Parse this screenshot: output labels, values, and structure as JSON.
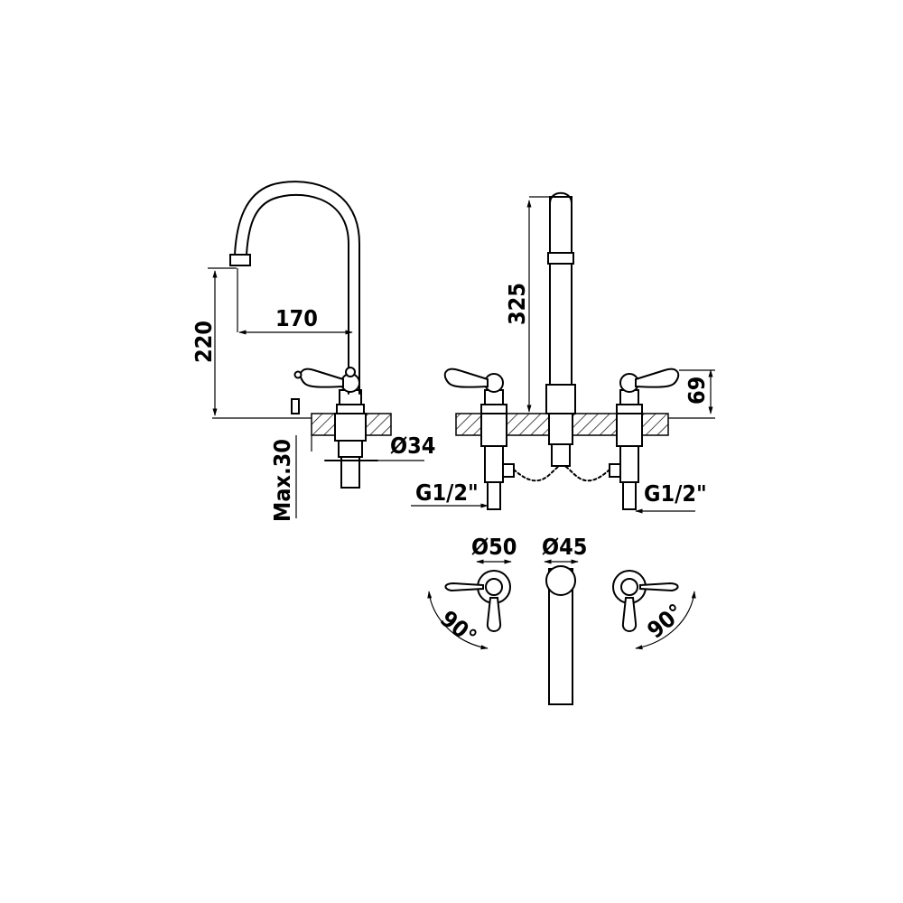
{
  "dimensions": {
    "spout_height": "220",
    "spout_reach": "170",
    "max_deck_thickness": "Max.30",
    "hole_dia_side": "Ø34",
    "total_height": "325",
    "handle_height": "69",
    "inlet_left": "G1/2\"",
    "inlet_right": "G1/2\"",
    "valve_dia": "Ø50",
    "spout_base_dia": "Ø45",
    "rotation_left": "90°",
    "rotation_right": "90°"
  },
  "colors": {
    "line": "#000000",
    "background": "#ffffff"
  }
}
